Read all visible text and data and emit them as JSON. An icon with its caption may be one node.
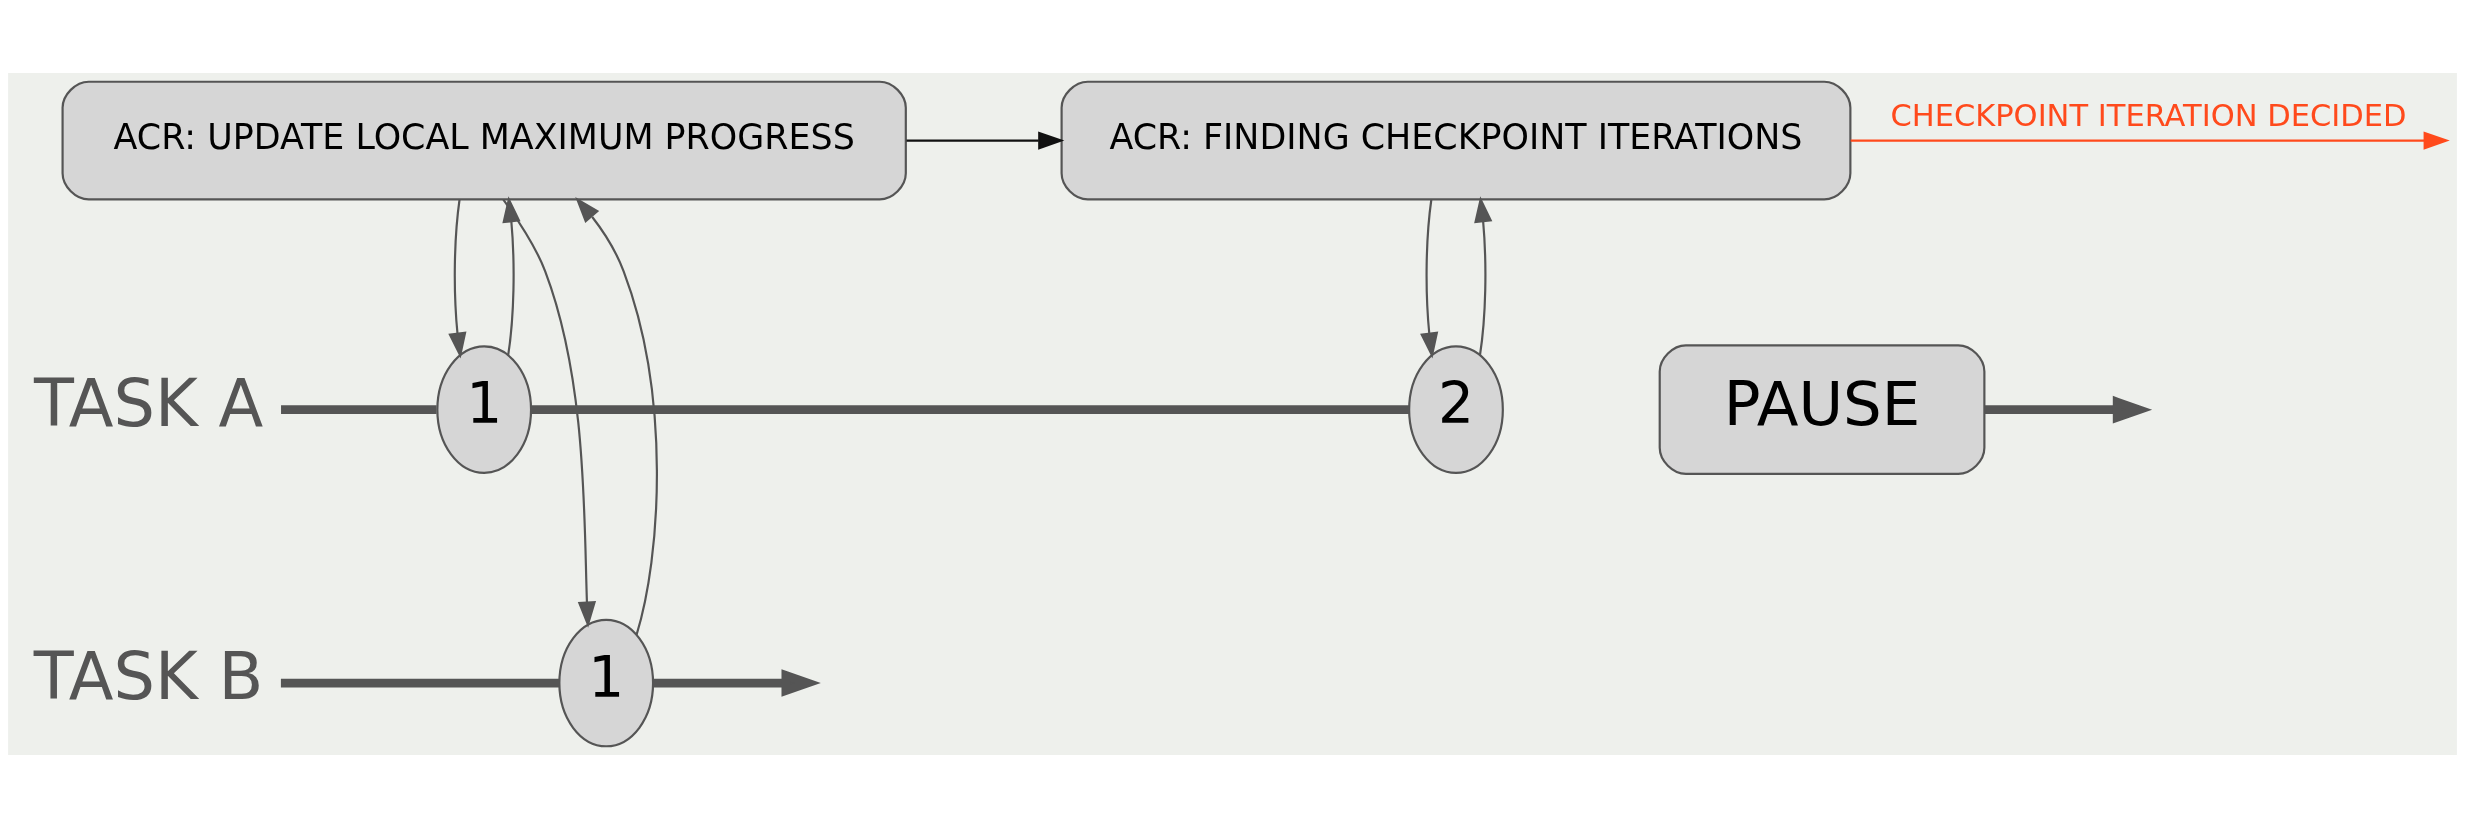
{
  "diagram": {
    "nodes": [
      {
        "text": [
          "ACR: UPDATE LOCAL MAXIMUM PROGRESS"
        ]
      },
      {
        "text": [
          "ACR: FINDING CHECKPOINT ITERATIONS"
        ]
      },
      {
        "text": [
          "TASK A"
        ]
      },
      {
        "text": [
          "1"
        ]
      },
      {
        "text": [
          "2"
        ]
      },
      {
        "text": [
          "PAUSE"
        ]
      },
      {
        "text": [
          "TASK B"
        ]
      },
      {
        "text": [
          "1"
        ]
      }
    ],
    "edges": [
      {
        "from": 3,
        "to": 0,
        "arrow": "to"
      },
      {
        "from": 0,
        "to": 3,
        "arrow": "to"
      },
      {
        "from": 7,
        "to": 0,
        "arrow": "to"
      },
      {
        "from": 0,
        "to": 7,
        "arrow": "to"
      },
      {
        "from": 0,
        "to": 1,
        "arrow": "to",
        "color": "#111111"
      },
      {
        "from": 1,
        "to": null,
        "arrow": "to",
        "label": "CHECKPOINT ITERATION DECIDED",
        "color": "#ff4a1c"
      },
      {
        "from": 4,
        "to": 1,
        "arrow": "to"
      },
      {
        "from": 1,
        "to": 4,
        "arrow": "to"
      },
      {
        "from": 2,
        "to": 3,
        "arrow": "none",
        "style": "thick"
      },
      {
        "from": 3,
        "to": 4,
        "arrow": "none",
        "style": "thick"
      },
      {
        "from": 5,
        "to": null,
        "arrow": "to",
        "style": "thick"
      },
      {
        "from": 6,
        "to": 7,
        "arrow": "none",
        "style": "thick"
      },
      {
        "from": 7,
        "to": null,
        "arrow": "to",
        "style": "thick"
      }
    ]
  }
}
